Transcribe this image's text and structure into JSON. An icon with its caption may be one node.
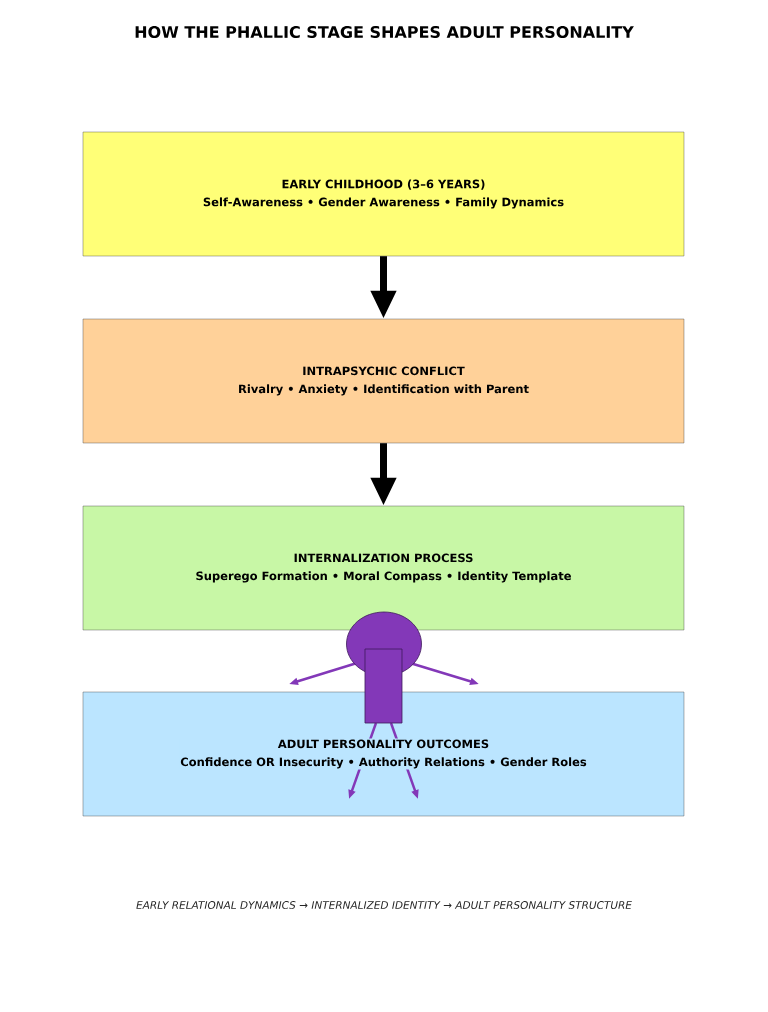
{
  "diagram": {
    "title": "HOW THE PHALLIC STAGE SHAPES ADULT PERSONALITY",
    "caption": "EARLY RELATIONAL DYNAMICS → INTERNALIZED IDENTITY → ADULT PERSONALITY STRUCTURE",
    "nodes": [
      {
        "text": [
          "EARLY CHILDHOOD (3–6 YEARS)",
          "Self-Awareness • Gender Awareness • Family Dynamics"
        ]
      },
      {
        "text": [
          "INTRAPSYCHIC CONFLICT",
          "Rivalry • Anxiety • Identification with Parent"
        ]
      },
      {
        "text": [
          "INTERNALIZATION PROCESS",
          "Superego Formation • Moral Compass • Identity Template"
        ]
      },
      {
        "text": [
          "ADULT PERSONALITY OUTCOMES",
          "Confidence OR Insecurity • Authority Relations • Gender Roles"
        ]
      }
    ],
    "edges": [
      {
        "from": 0,
        "to": 1,
        "arrow": "to"
      },
      {
        "from": 1,
        "to": 2,
        "arrow": "to"
      }
    ]
  }
}
